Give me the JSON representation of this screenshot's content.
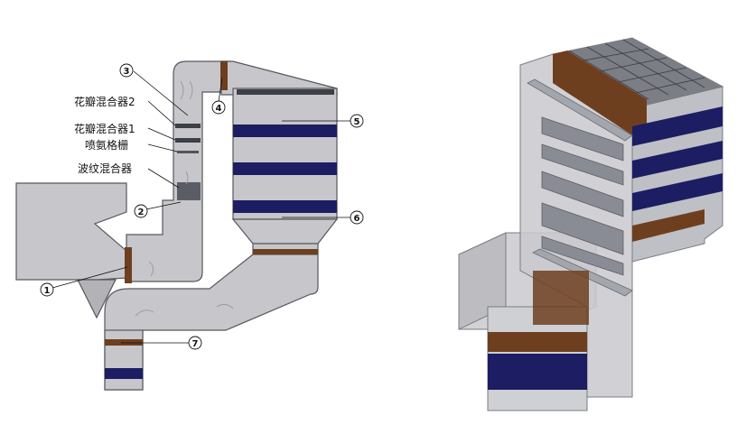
{
  "labels": {
    "petal_mixer_2": "花瓣混合器2",
    "petal_mixer_1": "花瓣混合器1",
    "ammonia_grid": "喷氨格栅",
    "corrugated_mixer": "波纹混合器"
  },
  "callouts": [
    "1",
    "2",
    "3",
    "4",
    "5",
    "6",
    "7"
  ],
  "colors": {
    "duct_gray": "#c7c7cb",
    "duct_stroke": "#55585e",
    "catalyst_blue": "#1c1d63",
    "brown_band": "#6e3f1f"
  }
}
